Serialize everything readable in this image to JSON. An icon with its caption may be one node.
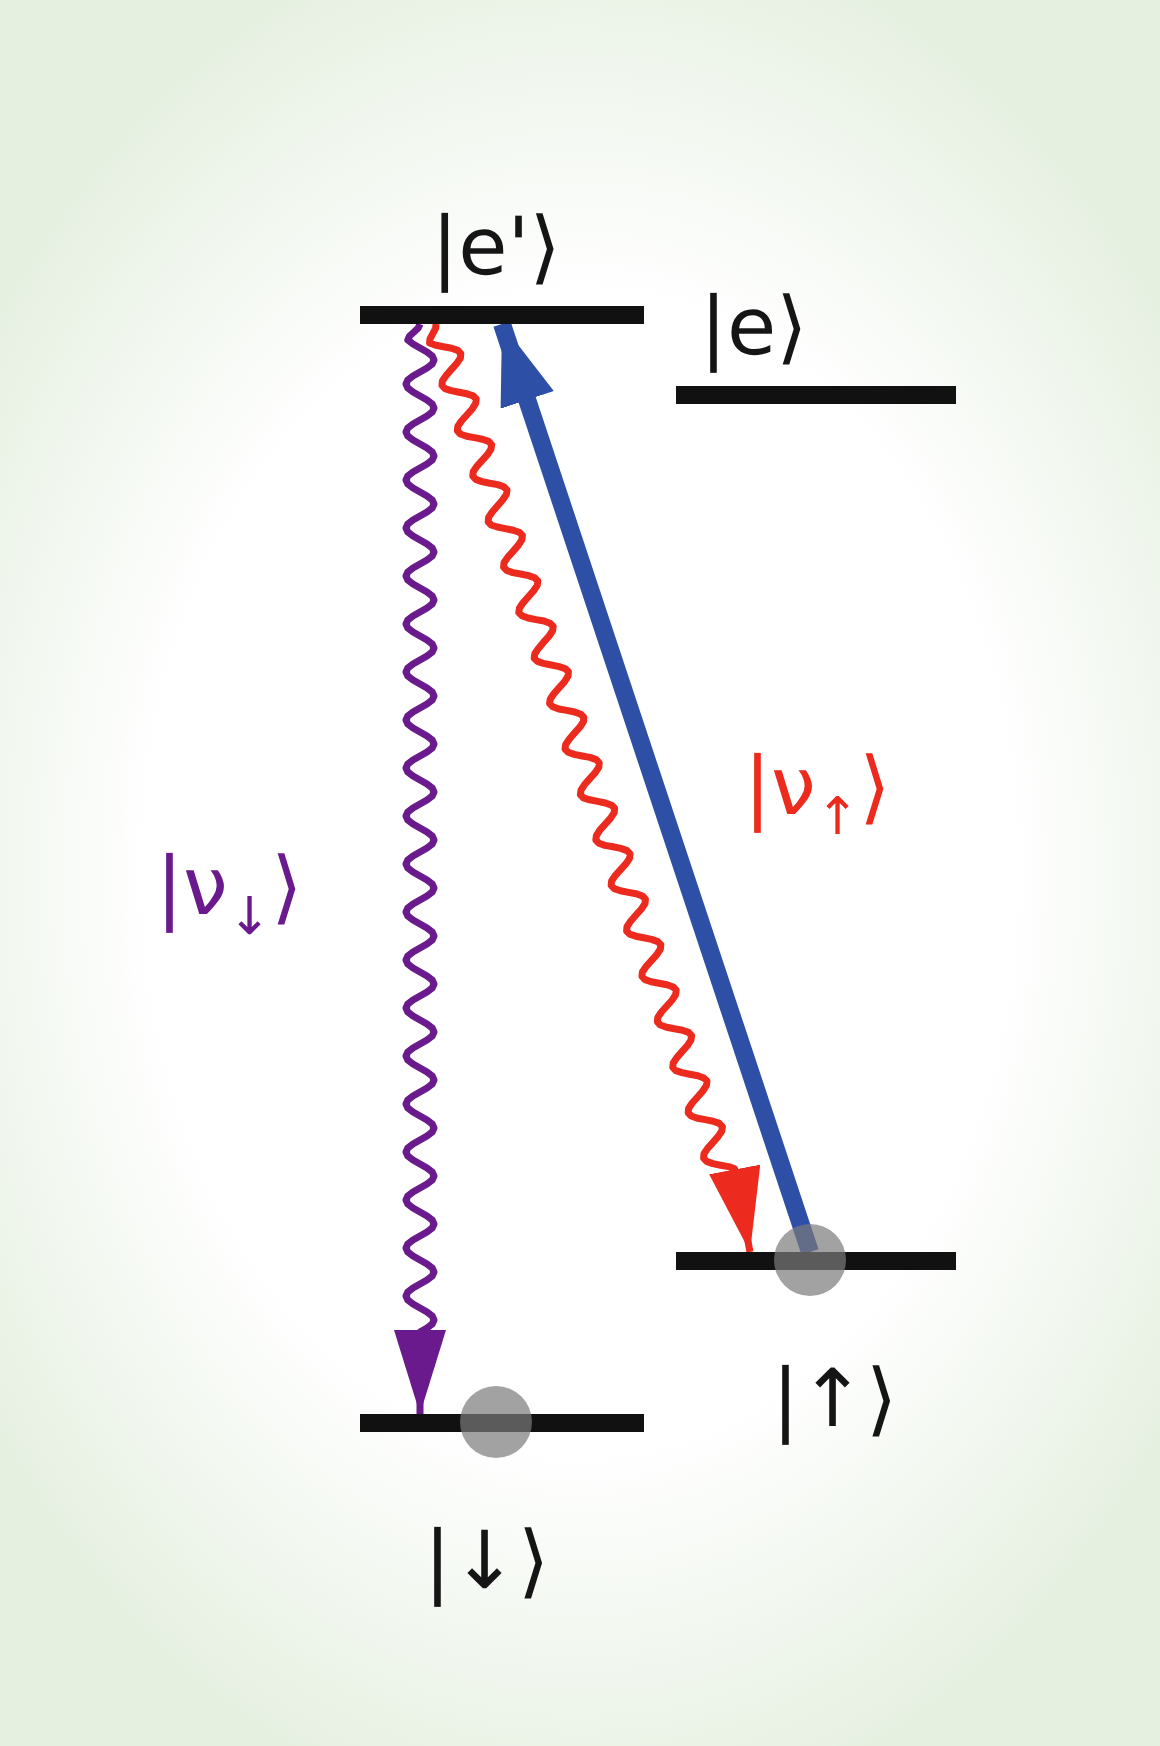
{
  "diagram": {
    "nodes": [
      {
        "text": [
          "|e'⟩"
        ]
      },
      {
        "text": [
          "|e⟩"
        ]
      },
      {
        "text": [
          "|↑⟩"
        ]
      },
      {
        "text": [
          "|↓⟩"
        ]
      }
    ],
    "edges": [
      {
        "from": 0,
        "to": 3,
        "arrow": "to",
        "label": "|ν$_{↓}$⟩",
        "color": "#6a1a8c"
      },
      {
        "from": 0,
        "to": 2,
        "arrow": "to",
        "label": "|ν$_{↑}$⟩",
        "color": "#ec2a1e"
      },
      {
        "from": 2,
        "to": 0,
        "arrow": "to",
        "style": "thick",
        "color": "#2e4fa6"
      }
    ]
  }
}
